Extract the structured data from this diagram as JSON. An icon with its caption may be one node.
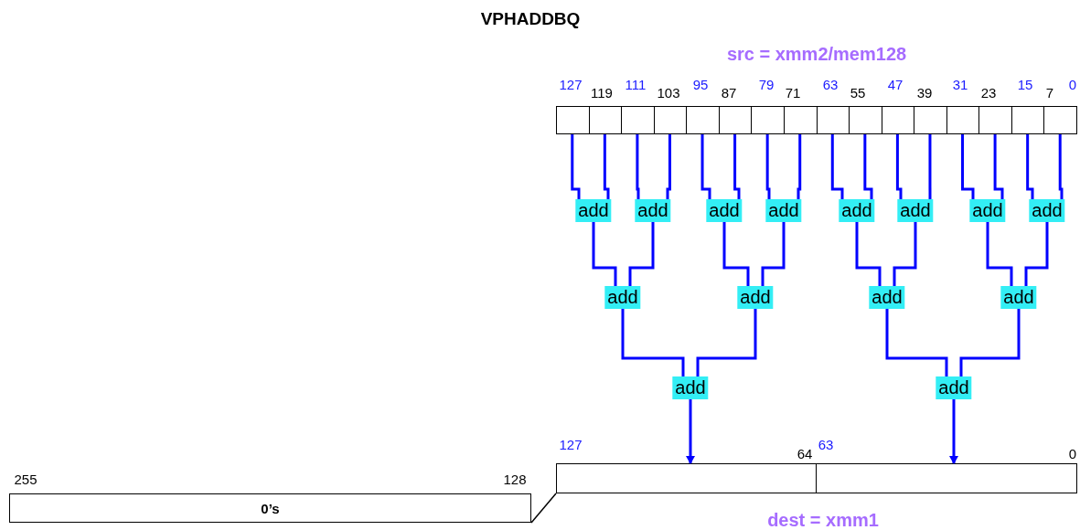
{
  "diagram": {
    "title": "VPHADDBQ",
    "nodes": [
      {
        "text": [],
        "shape": "box"
      },
      {
        "text": [],
        "shape": "box"
      },
      {
        "text": [],
        "shape": "box"
      },
      {
        "text": [],
        "shape": "box"
      },
      {
        "text": [],
        "shape": "box"
      },
      {
        "text": [],
        "shape": "box"
      },
      {
        "text": [],
        "shape": "box"
      },
      {
        "text": [],
        "shape": "box"
      },
      {
        "text": [],
        "shape": "box"
      },
      {
        "text": [],
        "shape": "box"
      },
      {
        "text": [],
        "shape": "box"
      },
      {
        "text": [],
        "shape": "box"
      },
      {
        "text": [],
        "shape": "box"
      },
      {
        "text": [],
        "shape": "box"
      },
      {
        "text": [],
        "shape": "box"
      },
      {
        "text": [],
        "shape": "box"
      },
      {
        "text": [
          "add"
        ]
      },
      {
        "text": [
          "add"
        ]
      },
      {
        "text": [
          "add"
        ]
      },
      {
        "text": [
          "add"
        ]
      },
      {
        "text": [
          "add"
        ]
      },
      {
        "text": [
          "add"
        ]
      },
      {
        "text": [
          "add"
        ]
      },
      {
        "text": [
          "add"
        ]
      },
      {
        "text": [
          "add"
        ]
      },
      {
        "text": [
          "add"
        ]
      },
      {
        "text": [
          "add"
        ]
      },
      {
        "text": [
          "add"
        ]
      },
      {
        "text": [
          "add"
        ]
      },
      {
        "text": [
          "add"
        ]
      },
      {
        "text": [],
        "shape": "box"
      },
      {
        "text": [],
        "shape": "box"
      },
      {
        "text": [
          "0’s"
        ]
      }
    ],
    "edges": [
      {
        "from": 0,
        "to": 16,
        "arrow": "none"
      },
      {
        "from": 1,
        "to": 16,
        "arrow": "none"
      },
      {
        "from": 2,
        "to": 17,
        "arrow": "none"
      },
      {
        "from": 3,
        "to": 17,
        "arrow": "none"
      },
      {
        "from": 4,
        "to": 18,
        "arrow": "none"
      },
      {
        "from": 5,
        "to": 18,
        "arrow": "none"
      },
      {
        "from": 6,
        "to": 19,
        "arrow": "none"
      },
      {
        "from": 7,
        "to": 19,
        "arrow": "none"
      },
      {
        "from": 8,
        "to": 20,
        "arrow": "none"
      },
      {
        "from": 9,
        "to": 20,
        "arrow": "none"
      },
      {
        "from": 10,
        "to": 21,
        "arrow": "none"
      },
      {
        "from": 11,
        "to": 21,
        "arrow": "none"
      },
      {
        "from": 12,
        "to": 22,
        "arrow": "none"
      },
      {
        "from": 13,
        "to": 22,
        "arrow": "none"
      },
      {
        "from": 14,
        "to": 23,
        "arrow": "none"
      },
      {
        "from": 15,
        "to": 23,
        "arrow": "none"
      },
      {
        "from": 16,
        "to": 24,
        "arrow": "none"
      },
      {
        "from": 17,
        "to": 24,
        "arrow": "none"
      },
      {
        "from": 18,
        "to": 25,
        "arrow": "none"
      },
      {
        "from": 19,
        "to": 25,
        "arrow": "none"
      },
      {
        "from": 20,
        "to": 26,
        "arrow": "none"
      },
      {
        "from": 21,
        "to": 26,
        "arrow": "none"
      },
      {
        "from": 22,
        "to": 27,
        "arrow": "none"
      },
      {
        "from": 23,
        "to": 27,
        "arrow": "none"
      },
      {
        "from": 24,
        "to": 28,
        "arrow": "none"
      },
      {
        "from": 25,
        "to": 28,
        "arrow": "none"
      },
      {
        "from": 26,
        "to": 29,
        "arrow": "none"
      },
      {
        "from": 27,
        "to": 29,
        "arrow": "none"
      },
      {
        "from": 28,
        "to": 30,
        "arrow": "to"
      },
      {
        "from": 29,
        "to": 31,
        "arrow": "to"
      },
      {
        "from": 32,
        "to": 30,
        "arrow": "none",
        "color": "#000000"
      }
    ],
    "labels": [
      "src = xmm2/mem128",
      "127",
      "119",
      "111",
      "103",
      "95",
      "87",
      "79",
      "71",
      "63",
      "55",
      "47",
      "39",
      "31",
      "23",
      "15",
      "7",
      "0",
      "127",
      "64",
      "63",
      "0",
      "255",
      "128",
      "dest = xmm1"
    ]
  }
}
